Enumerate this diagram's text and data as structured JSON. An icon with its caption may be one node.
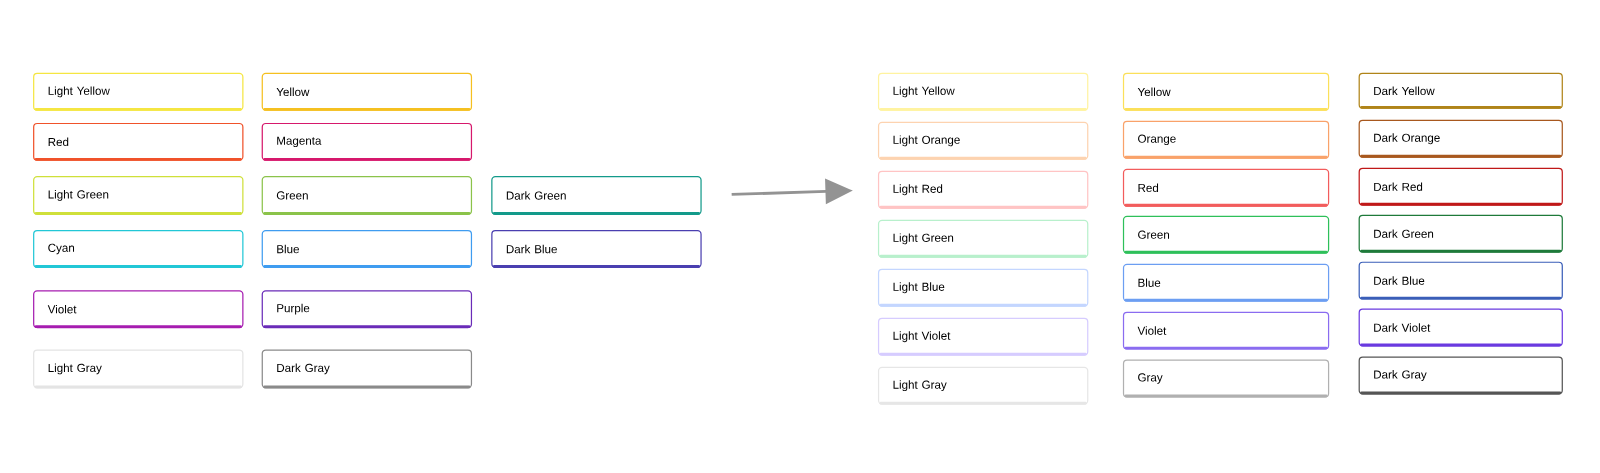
{
  "diagram": {
    "nodes": [
      {
        "text": [
          "Light Yellow"
        ]
      },
      {
        "text": [
          "Yellow"
        ]
      },
      {
        "text": [
          "Red"
        ]
      },
      {
        "text": [
          "Magenta"
        ]
      },
      {
        "text": [
          "Light Green"
        ]
      },
      {
        "text": [
          "Green"
        ]
      },
      {
        "text": [
          "Dark Green"
        ]
      },
      {
        "text": [
          "Cyan"
        ]
      },
      {
        "text": [
          "Blue"
        ]
      },
      {
        "text": [
          "Dark Blue"
        ]
      },
      {
        "text": [
          "Violet"
        ]
      },
      {
        "text": [
          "Purple"
        ]
      },
      {
        "text": [
          "Light Gray"
        ]
      },
      {
        "text": [
          "Dark Gray"
        ]
      },
      {
        "text": [
          "Light Yellow"
        ]
      },
      {
        "text": [
          "Yellow"
        ]
      },
      {
        "text": [
          "Dark Yellow"
        ]
      },
      {
        "text": [
          "Light Orange"
        ]
      },
      {
        "text": [
          "Orange"
        ]
      },
      {
        "text": [
          "Dark Orange"
        ]
      },
      {
        "text": [
          "Light Red"
        ]
      },
      {
        "text": [
          "Red"
        ]
      },
      {
        "text": [
          "Dark Red"
        ]
      },
      {
        "text": [
          "Light Green"
        ]
      },
      {
        "text": [
          "Green"
        ]
      },
      {
        "text": [
          "Dark Green"
        ]
      },
      {
        "text": [
          "Light Blue"
        ]
      },
      {
        "text": [
          "Blue"
        ]
      },
      {
        "text": [
          "Dark Blue"
        ]
      },
      {
        "text": [
          "Light Violet"
        ]
      },
      {
        "text": [
          "Violet"
        ]
      },
      {
        "text": [
          "Dark Violet"
        ]
      },
      {
        "text": [
          "Light Gray"
        ]
      },
      {
        "text": [
          "Gray"
        ]
      },
      {
        "text": [
          "Dark Gray"
        ]
      }
    ],
    "edges": [
      {
        "from": 6,
        "to": 20,
        "arrow": "to"
      }
    ]
  }
}
